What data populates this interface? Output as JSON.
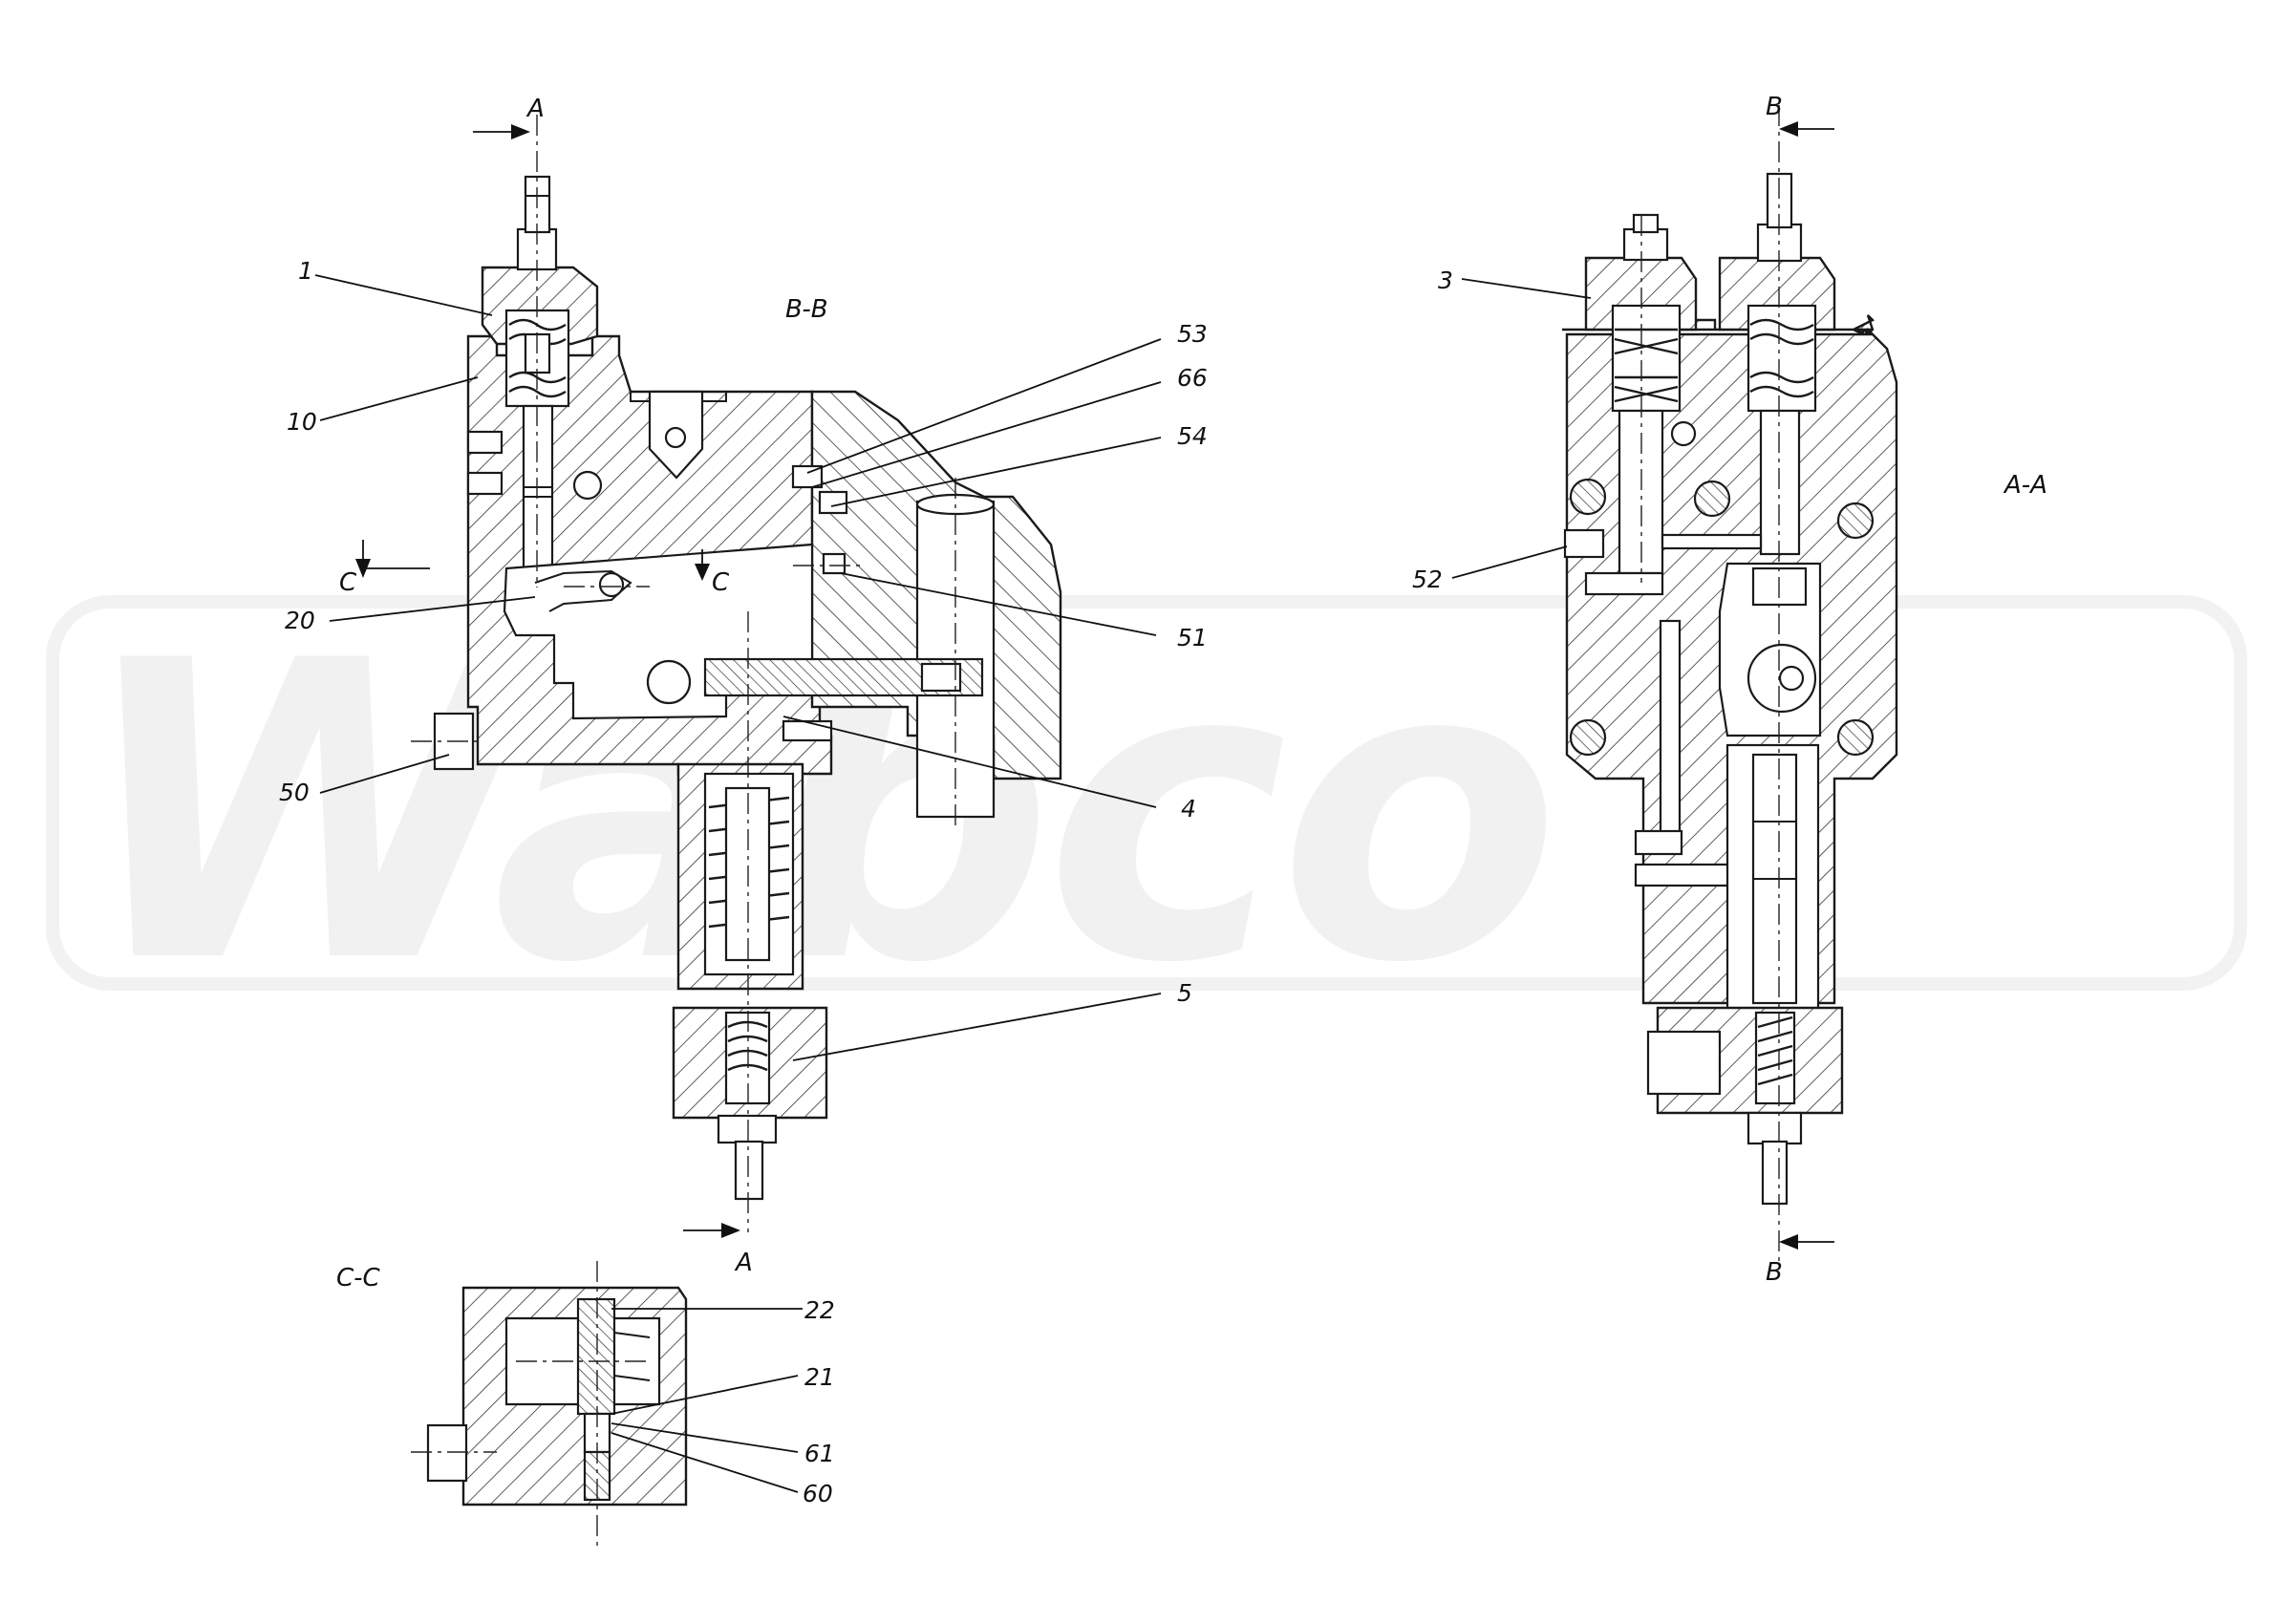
{
  "watermark": "Wabco",
  "sections": {
    "bb": "B-B",
    "aa": "A-A",
    "cc": "C-C"
  },
  "cut_marks": {
    "a_top": "A",
    "a_bottom": "A",
    "b_top": "B",
    "b_bottom": "B",
    "c_left": "C",
    "c_right": "C"
  },
  "labels": {
    "p1": "1",
    "p10": "10",
    "p20": "20",
    "p50": "50",
    "p53": "53",
    "p66": "66",
    "p54": "54",
    "p51": "51",
    "p4": "4",
    "p5": "5",
    "p3": "3",
    "p52": "52",
    "p22": "22",
    "p21": "21",
    "p61": "61",
    "p60": "60"
  }
}
